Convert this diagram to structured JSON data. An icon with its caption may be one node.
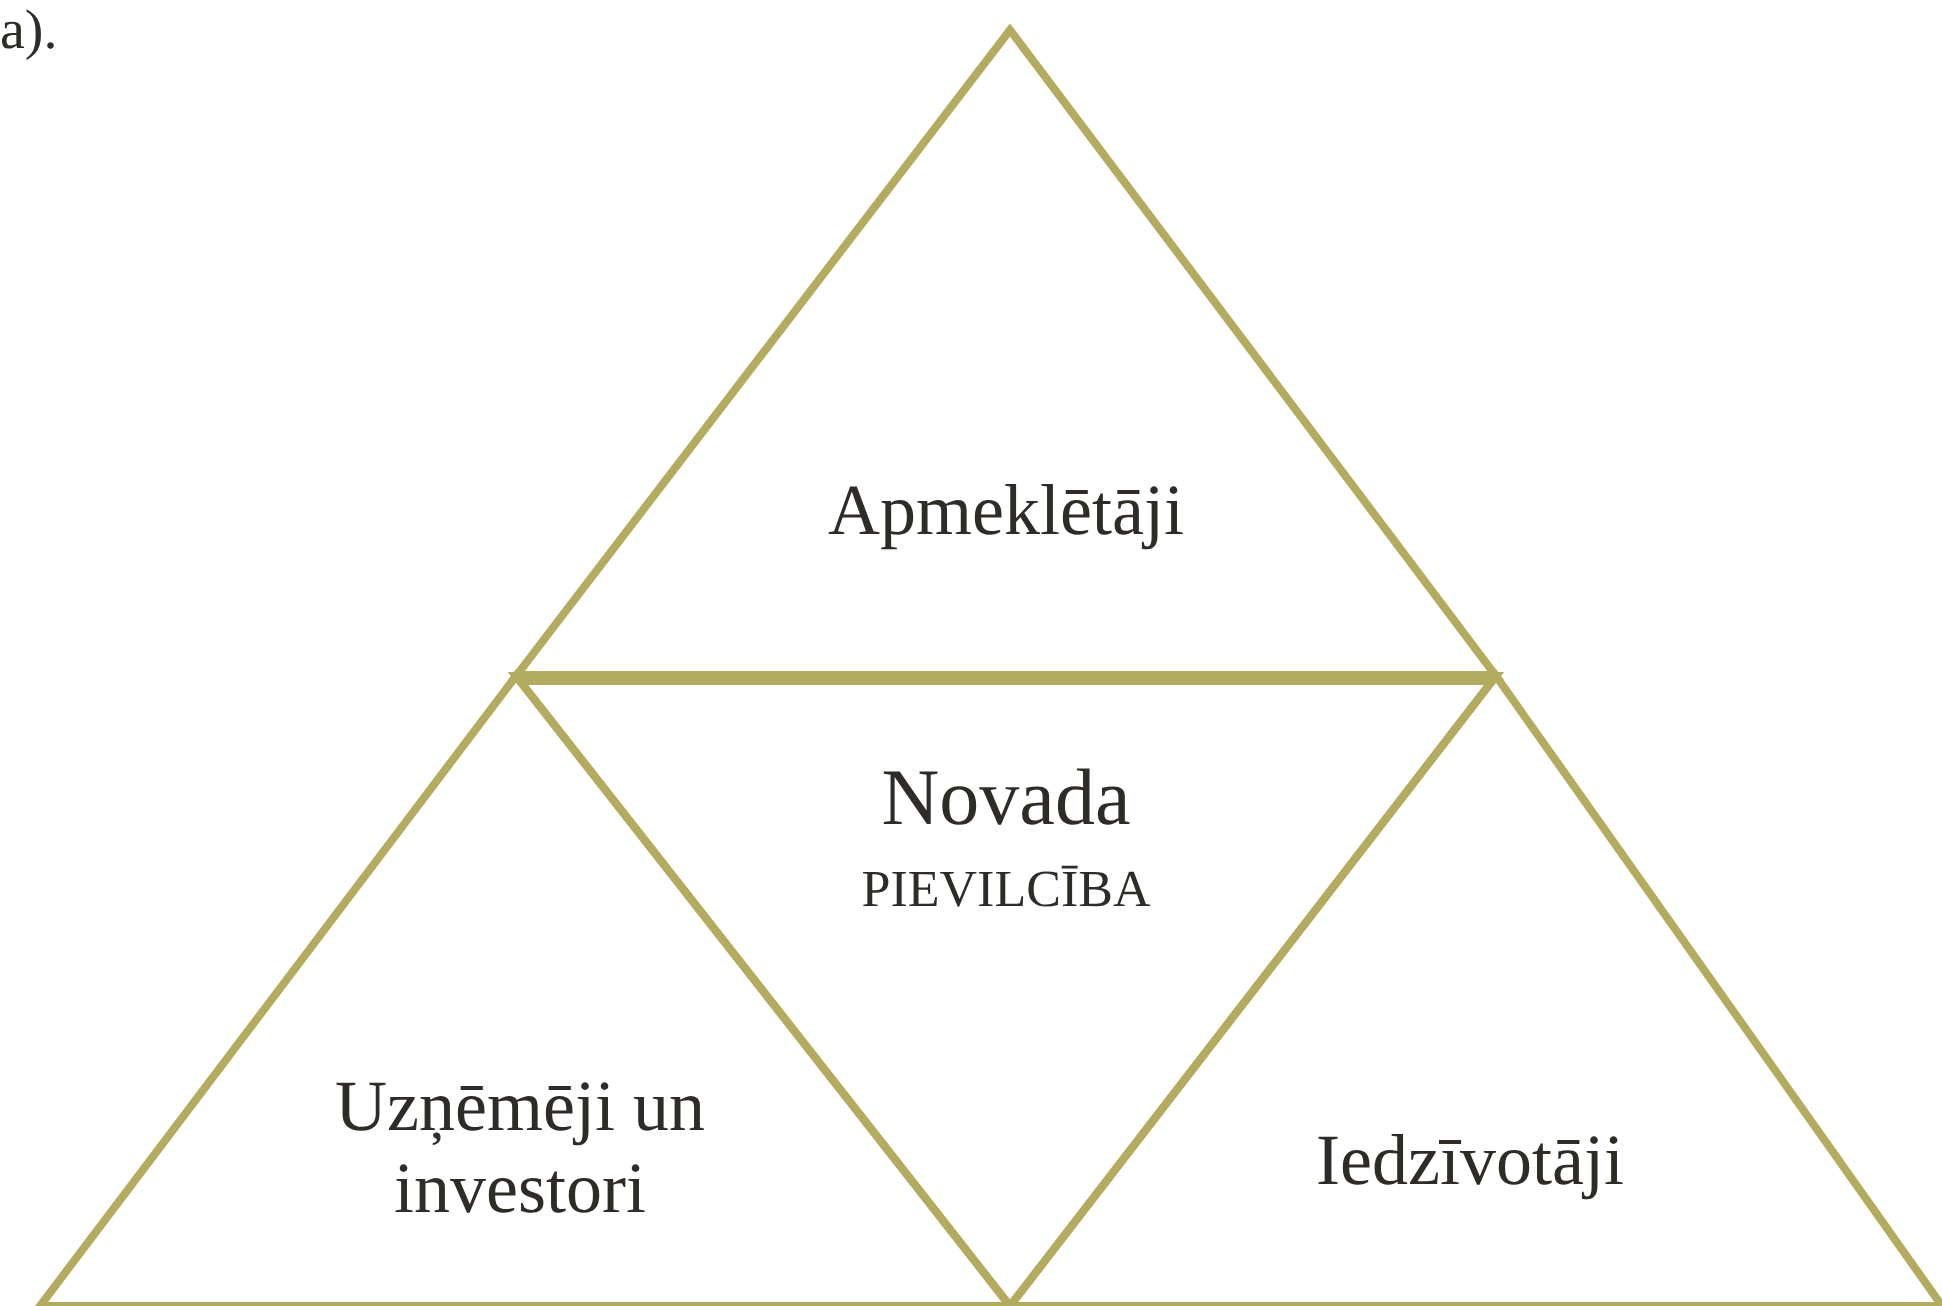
{
  "diagram": {
    "nodes": [
      {
        "text": [
          "Apmeklētāji"
        ]
      },
      {
        "text": [
          "Novada",
          "PIEVILCĪBA"
        ]
      },
      {
        "text": [
          "Uzņēmēji un investori"
        ]
      },
      {
        "text": [
          "Iedzīvotāji"
        ]
      }
    ],
    "labels": [
      "a)."
    ]
  }
}
